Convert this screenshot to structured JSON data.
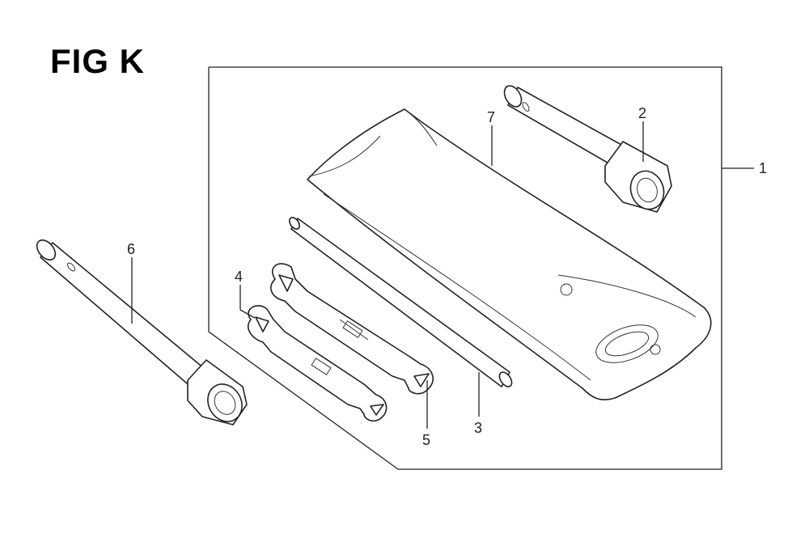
{
  "figure": {
    "title": "FIG K"
  },
  "callouts": {
    "c1": "1",
    "c2": "2",
    "c3": "3",
    "c4": "4",
    "c5": "5",
    "c6": "6",
    "c7": "7"
  },
  "colors": {
    "line": "#222222",
    "background": "#ffffff"
  }
}
